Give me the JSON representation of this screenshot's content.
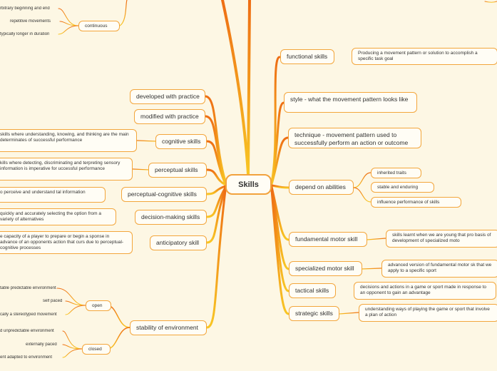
{
  "center": "Skills",
  "right": {
    "functional": "functional skills",
    "functional_desc": "Producing a movement pattern or solution to accomplish a specific task goal",
    "style": "style - what the movement pattern looks like",
    "technique": "technique - movement pattern used to successfully perform an action or outcome",
    "abilities": "depend on abilities",
    "abilities_items": [
      "inherited traits",
      "stable and enduring",
      "influence performance of skills"
    ],
    "fundamental": "fundamental motor skill",
    "fundamental_desc": "skills learnt when we are young that pro basis of development of specialized moto",
    "specialized": "specialized motor skill",
    "specialized_desc": "advanced version of fundamental motor sk that we apply to a specific sport",
    "tactical": "tactical skills",
    "tactical_desc": "decisions and actions in a game or sport made in response to an opponent to gain an advantage",
    "strategic": "strategic skills",
    "strategic_desc": "understanding ways of playing the game or sport that involve a plan of action"
  },
  "left": {
    "continuous": "continuous",
    "continuous_items": [
      "rbitrary beginning and end",
      "repetitive movements",
      "typically longer in duration"
    ],
    "developed": "developed with practice",
    "modified": "modified with practice",
    "cognitive": "cognitive skills",
    "cognitive_desc": "skills where understanding, knowing, and thinking are the main determinates of successful performance",
    "perceptual": "perceptual skills",
    "perceptual_desc": "kills where detecting, discriminating and terpreting sensory information is imperative for uccessful performance",
    "perceptual_cognitive": "perceptual-cognitive skills",
    "perceptual_cognitive_desc": "o perceive and understand tal information",
    "decision": "decision-making skills",
    "decision_desc": "quickly and accurately selecting the option from a variety of alternatives",
    "anticipatory": "anticipatory skill",
    "anticipatory_desc": "e capacity of a player to prepare or begin a sponse in advance of an opponents action that curs due to perceptual-cognitive processes",
    "stability": "stability of environment",
    "open": "open",
    "open_items": [
      "table predictable environment",
      "self paced",
      "cally a stereotyped movement"
    ],
    "closed": "closed",
    "closed_items": [
      "d unpredictable environment",
      "externally paced",
      "ent adapted to environment"
    ]
  },
  "colors": {
    "stroke_top": "#f07a1a",
    "stroke_bottom": "#f7c623",
    "border": "#f3a63c",
    "background": "#fdf7e4"
  }
}
